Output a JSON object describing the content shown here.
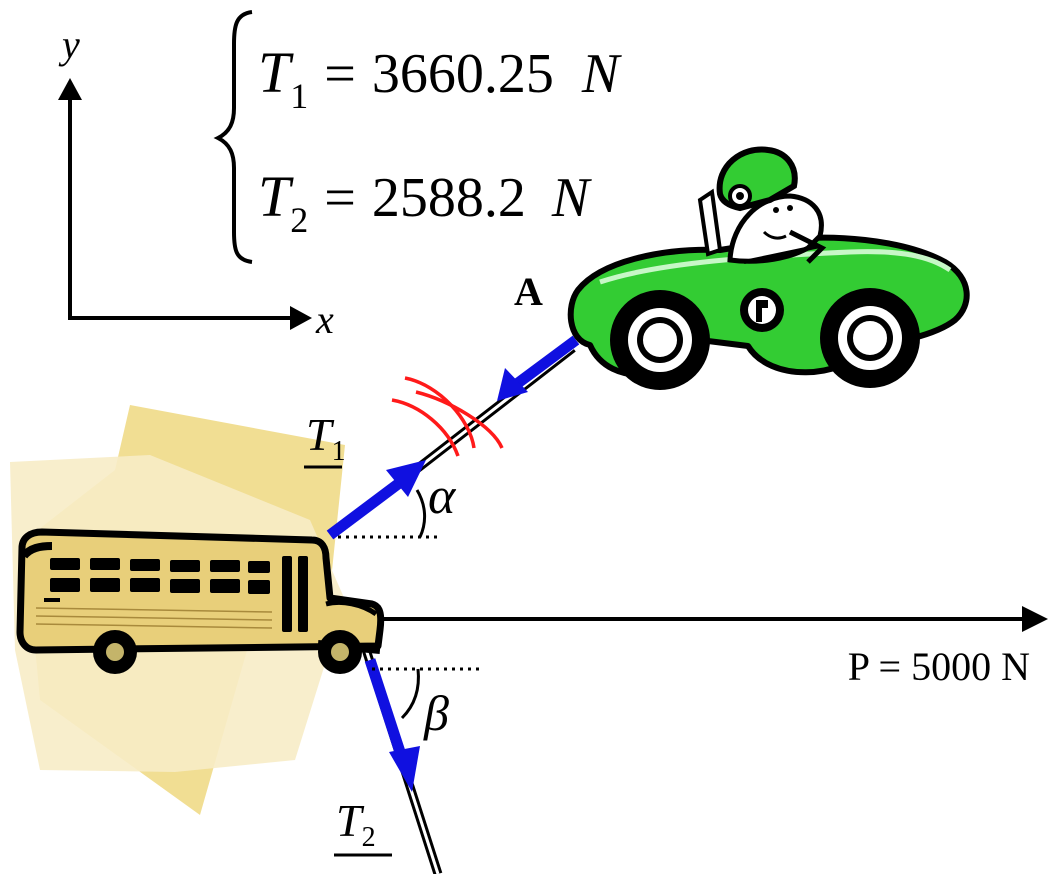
{
  "axes": {
    "y_label": "y",
    "x_label": "x"
  },
  "equations": [
    {
      "symbol": "T",
      "subscript": "1",
      "equals": "=",
      "value": "3660.25",
      "unit": "N"
    },
    {
      "symbol": "T",
      "subscript": "2",
      "equals": "=",
      "value": "2588.2",
      "unit": "N"
    }
  ],
  "point_label": "A",
  "tension_labels": [
    {
      "symbol": "T",
      "subscript": "1"
    },
    {
      "symbol": "T",
      "subscript": "2"
    }
  ],
  "angles": {
    "alpha": "α",
    "beta": "β"
  },
  "force_label": "P = 5000 N",
  "colors": {
    "vector": "#1010e0",
    "car_body": "#33cc33",
    "bus_body": "#e8cf7a",
    "highlight_arcs": "#ff1a1a",
    "background_shape": "#f4e4a8"
  }
}
